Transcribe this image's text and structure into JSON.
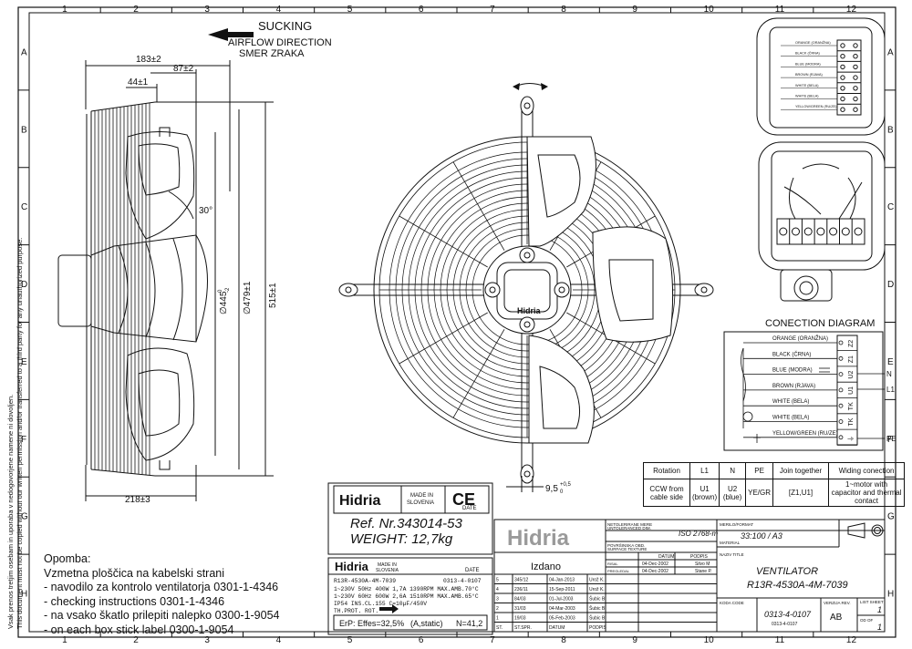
{
  "grid": {
    "cols": [
      "1",
      "2",
      "3",
      "4",
      "5",
      "6",
      "7",
      "8",
      "9",
      "10",
      "11",
      "12"
    ],
    "rows": [
      "A",
      "B",
      "C",
      "D",
      "E",
      "F",
      "G",
      "H"
    ]
  },
  "airflow": {
    "title": "SUCKING",
    "line1": "AIRFLOW DIRECTION",
    "line2": "SMER ZRAKA"
  },
  "dims": {
    "d183": "183±2",
    "d87": "87±2",
    "d44": "44±1",
    "angle": "30°",
    "d445": "∅445",
    "d445_tol_up": "0",
    "d445_tol_dn": "-2",
    "d479": "∅479±1",
    "d515": "515±1",
    "d218": "218±3",
    "d95": "9,5",
    "d95_up": "+0,5",
    "d95_dn": "0"
  },
  "hub_logo": "Hidria",
  "side_notice": {
    "line1": "Vsak prenos tretjim osebam in uporaba v nedogovorjene namene ni dovoljen.",
    "line2": "This document must not be copied without our written permission and/or transferred to a third party for any unauthorized purpose."
  },
  "terminal_labels_small": [
    "ORANGE (ORANŽNA)",
    "BLACK (ČRNA)",
    "BLUE (MODRA)",
    "BROWN (RJAVA)",
    "WHITE (BELA)",
    "WHITE (BELA)",
    "YELLOW/GREEN (RU/ZE)"
  ],
  "connection": {
    "title": "CONECTION DIAGRAM",
    "wires": [
      "ORANGE (ORANŽNA)",
      "BLACK (ČRNA)",
      "BLUE (MODRA)",
      "BROWN (RJAVA)",
      "WHITE (BELA)",
      "WHITE (BELA)",
      "YELLOW/GREEN (RU/ZE)"
    ],
    "terminals": [
      "Z2",
      "Z1",
      "U2",
      "U1",
      "TK",
      "TK",
      "⏚"
    ],
    "lines": [
      "N",
      "L1",
      "PE"
    ]
  },
  "rotation_table": {
    "headers": [
      "Rotation",
      "L1",
      "N",
      "PE",
      "Join together",
      "Widing conection"
    ],
    "row": [
      "CCW from cable side",
      "U1 (brown)",
      "U2 (blue)",
      "YE/GR",
      "[Z1,U1]",
      "1~motor with capacitor and thermal contact"
    ]
  },
  "label_plate": {
    "brand": "Hidria",
    "made_in": "MADE IN",
    "country": "SLOVENIA",
    "ce": "CE",
    "date": "DATE",
    "ref": "Ref. Nr.343014-53",
    "weight": "WEIGHT: 12,7kg"
  },
  "rating_plate": {
    "brand": "Hidria",
    "made_in": "MADE IN",
    "country": "SLOVENIA",
    "date": "DATE",
    "model": "R13R-4530A-4M-7039",
    "code": "0313-4-0107",
    "l1": "1~230V 50Hz 400W 1,7A 1390RPM MAX.AMB.70°C",
    "l2": "1~230V 60Hz 600W 2,6A 1510RPM MAX.AMB.65°C",
    "l3": "IP54 INS.CL.155 C=10µF/450V",
    "l4": "TH.PROT. ROT.",
    "erp": "ErP: Effes=32,5%",
    "erp2": "(A,static)",
    "erp3": "N=41,2"
  },
  "notes": {
    "heading": "Opomba:",
    "lines": [
      "Vzmetna ploščica na kabelski strani",
      "- navodilo za kontrolo ventilatorja 0301-1-4346",
      "- checking instructions 0301-1-4346",
      "- na vsako škatlo prilepiti nalepko 0300-1-9054",
      "- on each box stick label 0300-1-9054"
    ]
  },
  "title_block": {
    "brand": "Hidria",
    "tol_label1": "NETOLERIRANE MERE",
    "tol_label2": "UNTOLERANCED DIM.",
    "tol_value": "ISO 2768-m",
    "surf_label1": "POVRŠINSKA OBD.",
    "surf_label2": "SURFACE TEXTURE",
    "scale_label": "MERILO/FORMAT",
    "scale_value": "33:100 / A3",
    "material_label": "MATERIAL",
    "izdano": "Izdano",
    "col_datum": "DATUM",
    "col_podpis": "PODPIS",
    "risal_label": "RISAL",
    "risal_date": "04-Dec-2002",
    "risal_name": "Silvo M",
    "pregledal_label": "PREGLEDAL",
    "pregledal_date": "04-Dec-2002",
    "pregledal_name": "Stane P.",
    "naziv_label": "NAZIV TITLE",
    "title1": "VENTILATOR",
    "title2": "R13R-4530A-4M-7039",
    "koda_label": "KODA CODE",
    "code": "0313-4-0107",
    "code_small": "0313-4-0107",
    "verzija_label": "VERZIJA REV.",
    "rev": "AB",
    "list_label": "LIST SHEET",
    "sheet": "1",
    "od_label": "OD OF",
    "of": "1",
    "history_head": [
      "ST.",
      "ST.SPR.",
      "DATUM",
      "PODPIS"
    ],
    "history": [
      [
        "5",
        "345/12",
        "04-Jan-2013",
        "Urož K."
      ],
      [
        "4",
        "236/11",
        "15-Sep-2011",
        "Urož K."
      ],
      [
        "3",
        "84/03",
        "01-Jul-2003",
        "Šubic B."
      ],
      [
        "2",
        "31/03",
        "04-Mar-2003",
        "Šubic B."
      ],
      [
        "1",
        "19/03",
        "05-Feb-2003",
        "Šubic B."
      ]
    ]
  }
}
